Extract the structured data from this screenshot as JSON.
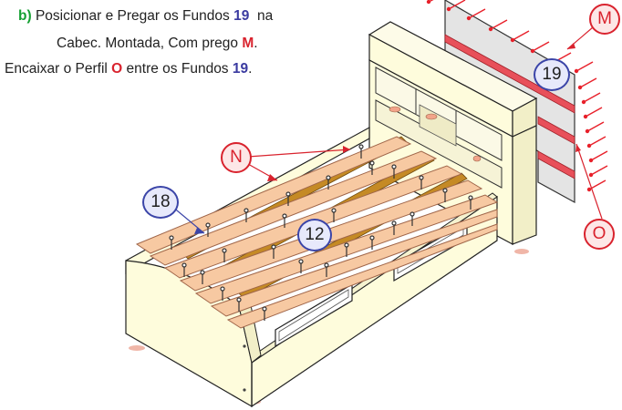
{
  "instructions": {
    "step_label": "b)",
    "line1_text": "Posicionar e Pregar os Fundos",
    "line1_part": "19",
    "line1_end": "na",
    "line2_text": "Cabec. Montada, Com prego",
    "line2_part": "M",
    "line2_end": ".",
    "line3_text": "Encaixar o Perfil",
    "line3_part": "O",
    "line3_mid": "entre os Fundos",
    "line3_part2": "19",
    "line3_end": "."
  },
  "callouts": [
    {
      "id": "N",
      "kind": "letter"
    },
    {
      "id": "18",
      "kind": "number"
    },
    {
      "id": "12",
      "kind": "number"
    },
    {
      "id": "19",
      "kind": "number"
    },
    {
      "id": "M",
      "kind": "letter"
    },
    {
      "id": "O",
      "kind": "letter"
    }
  ],
  "colors": {
    "frame": "#fefcdc",
    "slat": "#f7c9a2",
    "slat_edge": "#a0664a",
    "support": "#c58a25",
    "back_panel": "#e4e4e4",
    "profile": "#e8505a",
    "nail": "#e8202a",
    "step": "#15a033",
    "part_number": "#3a3aa0",
    "part_letter": "#d9232e"
  }
}
